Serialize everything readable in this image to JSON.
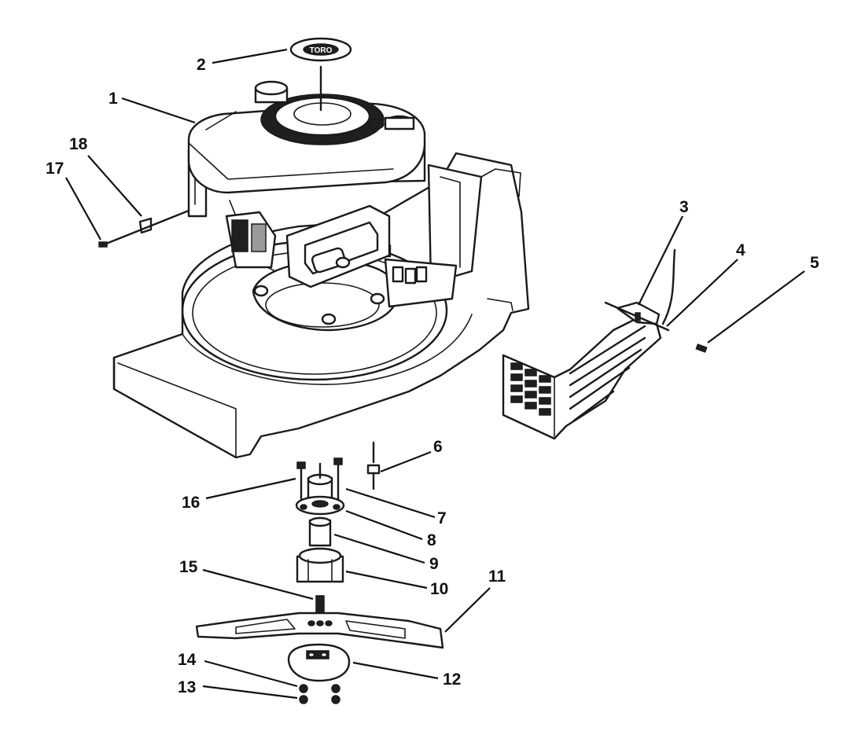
{
  "callouts": [
    {
      "id": "1",
      "text": "1"
    },
    {
      "id": "2",
      "text": "2"
    },
    {
      "id": "3",
      "text": "3"
    },
    {
      "id": "4",
      "text": "4"
    },
    {
      "id": "5",
      "text": "5"
    },
    {
      "id": "6",
      "text": "6"
    },
    {
      "id": "7",
      "text": "7"
    },
    {
      "id": "8",
      "text": "8"
    },
    {
      "id": "9",
      "text": "9"
    },
    {
      "id": "10",
      "text": "10"
    },
    {
      "id": "11",
      "text": "11"
    },
    {
      "id": "12",
      "text": "12"
    },
    {
      "id": "13",
      "text": "13"
    },
    {
      "id": "14",
      "text": "14"
    },
    {
      "id": "15",
      "text": "15"
    },
    {
      "id": "16",
      "text": "16"
    },
    {
      "id": "17",
      "text": "17"
    },
    {
      "id": "18",
      "text": "18"
    }
  ],
  "decal": {
    "text": "TORO"
  },
  "colors": {
    "ink": "#1a1a1a",
    "paper": "#ffffff"
  }
}
